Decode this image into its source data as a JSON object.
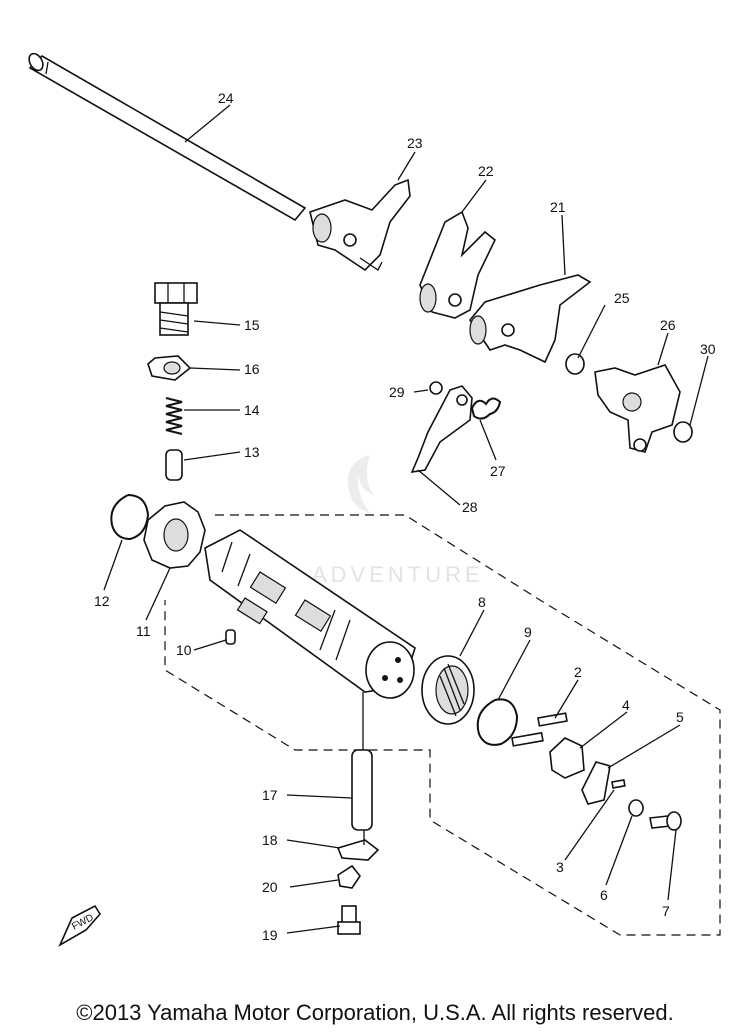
{
  "callouts": {
    "c2": "2",
    "c3": "3",
    "c4": "4",
    "c5": "5",
    "c6": "6",
    "c7": "7",
    "c8": "8",
    "c9": "9",
    "c10": "10",
    "c11": "11",
    "c12": "12",
    "c13": "13",
    "c14": "14",
    "c15": "15",
    "c16": "16",
    "c17": "17",
    "c18": "18",
    "c19": "19",
    "c20": "20",
    "c21": "21",
    "c22": "22",
    "c23": "23",
    "c24": "24",
    "c25": "25",
    "c26": "26",
    "c27": "27",
    "c28": "28",
    "c29": "29",
    "c30": "30"
  },
  "fwd_label": "FWD",
  "watermark": "ADVENTURE",
  "copyright": "©2013 Yamaha Motor Corporation, U.S.A. All rights reserved."
}
